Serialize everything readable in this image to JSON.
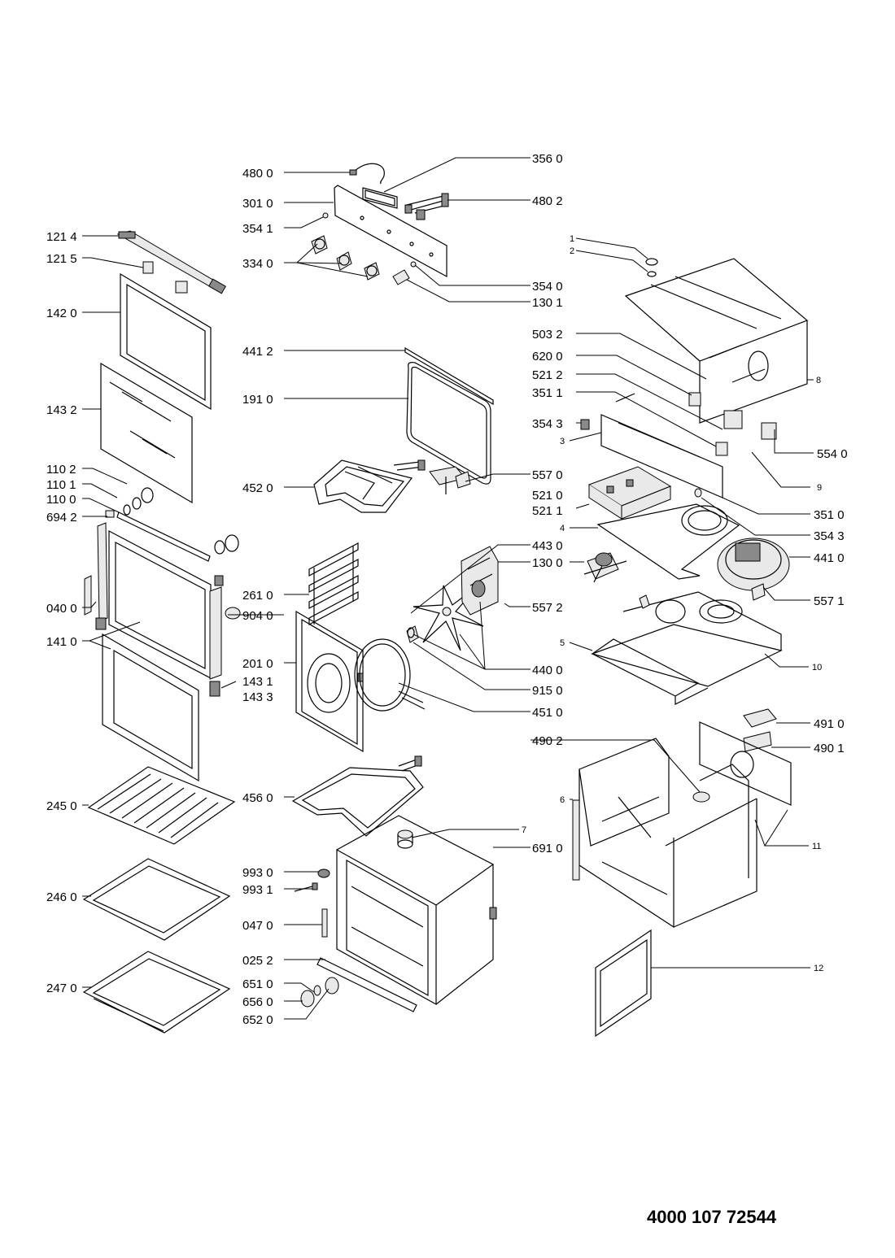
{
  "document_number": "4000 107 72544",
  "labels_left": {
    "l1214": "121 4",
    "l1215": "121 5",
    "l1420": "142 0",
    "l1432": "143 2",
    "l1102": "110 2",
    "l1101": "110 1",
    "l1100": "110 0",
    "l6942": "694 2",
    "l0400": "040 0",
    "l1410": "141 0",
    "l2450": "245 0",
    "l2460": "246 0",
    "l2470": "247 0"
  },
  "labels_center": {
    "l4800": "480 0",
    "l3010": "301 0",
    "l3541": "354 1",
    "l3340": "334 0",
    "l4412": "441 2",
    "l1910": "191 0",
    "l4520": "452 0",
    "l2610": "261 0",
    "l9040": "904 0",
    "l2010": "201 0",
    "l1431": "143 1",
    "l1433": "143 3",
    "l4560": "456 0",
    "l9930": "993 0",
    "l9931": "993 1",
    "l0470": "047 0",
    "l0252": "025 2",
    "l6510": "651 0",
    "l6560": "656 0",
    "l6520": "652 0"
  },
  "labels_mid_right": {
    "l3560": "356 0",
    "l4802": "480 2",
    "l3540": "354 0",
    "l1301": "130 1",
    "l5570": "557 0",
    "l4430": "443 0",
    "l1300": "130 0",
    "l5572": "557 2",
    "l4400": "440 0",
    "l9150": "915 0",
    "l4510": "451 0",
    "l4902": "490 2",
    "l7": "7",
    "l6910": "691 0"
  },
  "labels_right": {
    "l1": "1",
    "l2": "2",
    "l5032": "503 2",
    "l6200": "620 0",
    "l5212": "521 2",
    "l3511": "351 1",
    "l3543a": "354 3",
    "l3": "3",
    "l8": "8",
    "l5540": "554 0",
    "l9": "9",
    "l5210": "521 0",
    "l5211": "521 1",
    "l3510": "351 0",
    "l4": "4",
    "l3543b": "354 3",
    "l4410": "441 0",
    "l5571": "557 1",
    "l5": "5",
    "l10": "10",
    "l4910": "491 0",
    "l4901": "490 1",
    "l6": "6",
    "l11": "11",
    "l12": "12"
  }
}
